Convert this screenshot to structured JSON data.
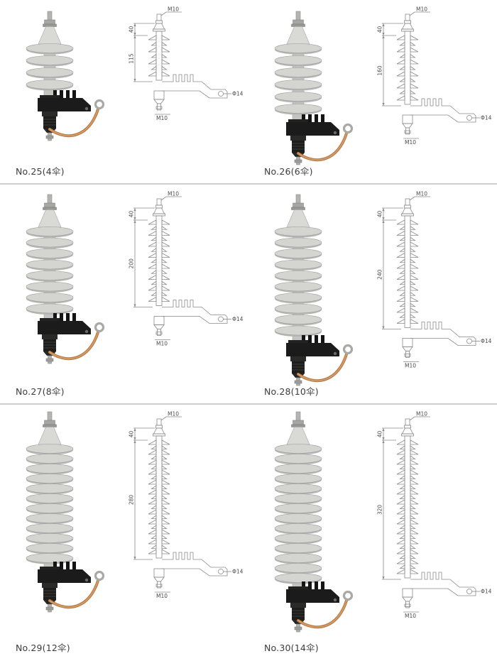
{
  "products": [
    {
      "label": "No.25(4伞)",
      "sheds": 4,
      "dims": {
        "top_thread": "M10",
        "cap": "40",
        "height": "115",
        "bottom_thread": "M10",
        "hole": "Φ14"
      }
    },
    {
      "label": "No.26(6伞)",
      "sheds": 6,
      "dims": {
        "top_thread": "M10",
        "cap": "40",
        "height": "160",
        "bottom_thread": "M10",
        "hole": "Φ14"
      }
    },
    {
      "label": "No.27(8伞)",
      "sheds": 8,
      "dims": {
        "top_thread": "M10",
        "cap": "40",
        "height": "200",
        "bottom_thread": "M10",
        "hole": "Φ14"
      }
    },
    {
      "label": "No.28(10伞)",
      "sheds": 10,
      "dims": {
        "top_thread": "M10",
        "cap": "40",
        "height": "240",
        "bottom_thread": "M10",
        "hole": "Φ14"
      }
    },
    {
      "label": "No.29(12伞)",
      "sheds": 12,
      "dims": {
        "top_thread": "M10",
        "cap": "40",
        "height": "280",
        "bottom_thread": "M10",
        "hole": "Φ14"
      }
    },
    {
      "label": "No.30(14伞)",
      "sheds": 14,
      "dims": {
        "top_thread": "M10",
        "cap": "40",
        "height": "320",
        "bottom_thread": "M10",
        "hole": "Φ14"
      }
    }
  ],
  "colors": {
    "line": "#8a8a8a",
    "dim_text": "#4a4a4a",
    "divider": "#cfcfcf",
    "shed": "#d4d4d1",
    "shed_shadow": "#b7b7b5",
    "cap": "#d9d9d6",
    "core": "#c4c4c2",
    "black_part": "#1b1b1b",
    "metal": "#b4b4b2",
    "copper": "#b87a4a",
    "copper_highlight": "#d9a468",
    "label_text": "#3c3c3c"
  }
}
